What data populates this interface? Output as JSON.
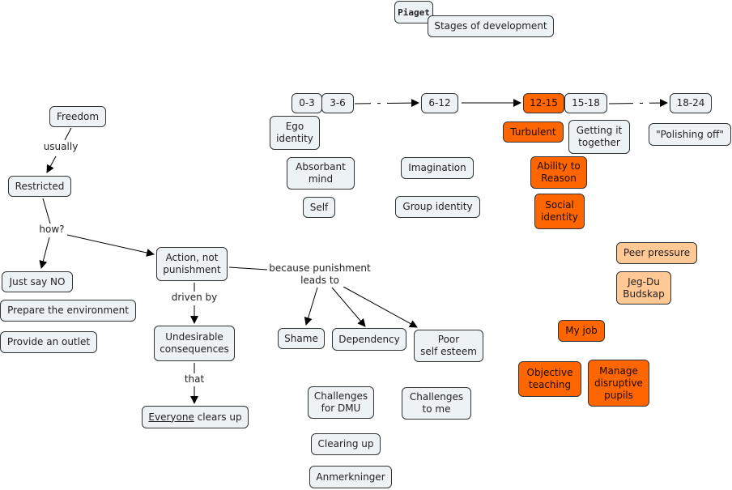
{
  "nodes": {
    "piaget": "Piaget",
    "stages": "Stages of development",
    "age_0_3": "0-3",
    "age_3_6": "3-6",
    "age_6_12": "6-12",
    "age_12_15": "12-15",
    "age_15_18": "15-18",
    "age_18_24": "18-24",
    "ego_identity": "Ego\nidentity",
    "turbulent": "Turbulent",
    "getting_together": "Getting it\ntogether",
    "polishing_off": "\"Polishing off\"",
    "absorbant_mind": "Absorbant\nmind",
    "imagination": "Imagination",
    "ability_reason": "Ability to\nReason",
    "self": "Self",
    "group_identity": "Group identity",
    "social_identity": "Social\nidentity",
    "peer_pressure": "Peer pressure",
    "jeg_du": "Jeg-Du\nBudskap",
    "my_job": "My job",
    "objective_teaching": "Objective\nteaching",
    "manage_pupils": "Manage\ndisruptive\npupils",
    "freedom": "Freedom",
    "restricted": "Restricted",
    "just_say_no": "Just say NO",
    "prepare_env": "Prepare the environment",
    "provide_outlet": "Provide an outlet",
    "action": "Action, not\npunishment",
    "undesirable": "Undesirable\nconsequences",
    "everyone": "Everyone",
    "clears_up": " clears up",
    "shame": "Shame",
    "dependency": "Dependency",
    "poor_esteem": "Poor\nself esteem",
    "challenges_dmu": "Challenges\nfor DMU",
    "challenges_me": "Challenges\nto me",
    "clearing_up": "Clearing up",
    "anmerkninger": "Anmerkninger"
  },
  "links": {
    "usually": "usually",
    "how": "how?",
    "driven_by": "driven by",
    "that": "that",
    "because": "because punishment\nleads to"
  },
  "colors": {
    "node_fill": "#edf2f4",
    "accent_orange": "#ff6600",
    "peach": "#ffc894"
  }
}
